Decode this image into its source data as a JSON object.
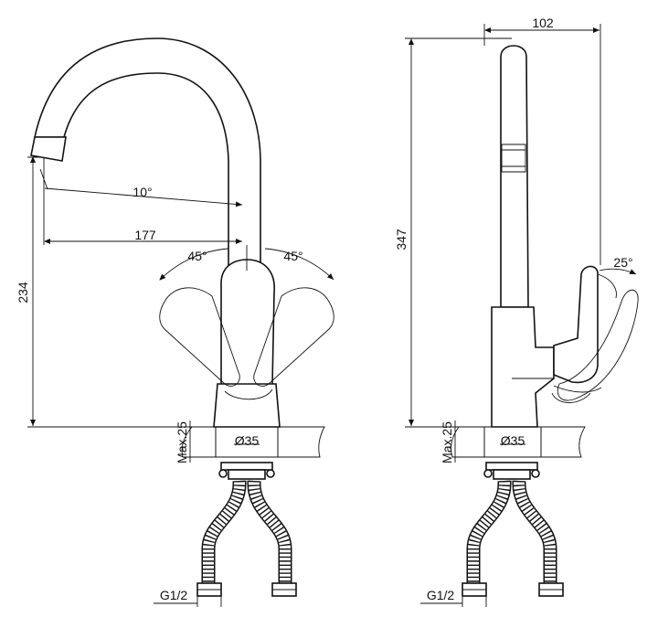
{
  "front_view": {
    "dim_height": "234",
    "dim_reach": "177",
    "dim_angle_spout": "10°",
    "dim_angle_left": "45°",
    "dim_angle_right": "45°",
    "dim_countertop": "Max.25",
    "dim_hole": "Ø35",
    "dim_thread": "G1/2"
  },
  "side_view": {
    "dim_width": "102",
    "dim_height": "347",
    "dim_angle_lever": "25°",
    "dim_countertop": "Max.25",
    "dim_hole": "Ø35",
    "dim_thread": "G1/2"
  }
}
